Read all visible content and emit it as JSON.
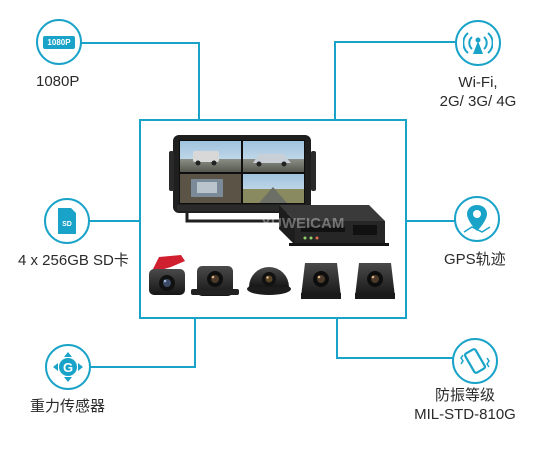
{
  "features": {
    "resolution": {
      "label": "1080P",
      "badge": "1080P",
      "icon": "1080p-badge-icon"
    },
    "storage": {
      "label": "4 x 256GB SD卡",
      "badge": "SD",
      "icon": "sd-card-icon"
    },
    "sensor": {
      "label": "重力传感器",
      "badge": "G",
      "icon": "g-sensor-icon"
    },
    "wireless": {
      "label_line1": "Wi-Fi,",
      "label_line2": "2G/ 3G/ 4G",
      "icon": "antenna-signal-icon"
    },
    "gps": {
      "label": "GPS轨迹",
      "icon": "gps-pin-icon"
    },
    "antivibration": {
      "label_line1": "防振等级",
      "label_line2": "MIL-STD-810G",
      "icon": "vibration-phone-icon"
    }
  },
  "product": {
    "watermark": "YUWEICAM"
  },
  "colors": {
    "accent": "#1aa3c8",
    "device": "#2b2b2b"
  }
}
